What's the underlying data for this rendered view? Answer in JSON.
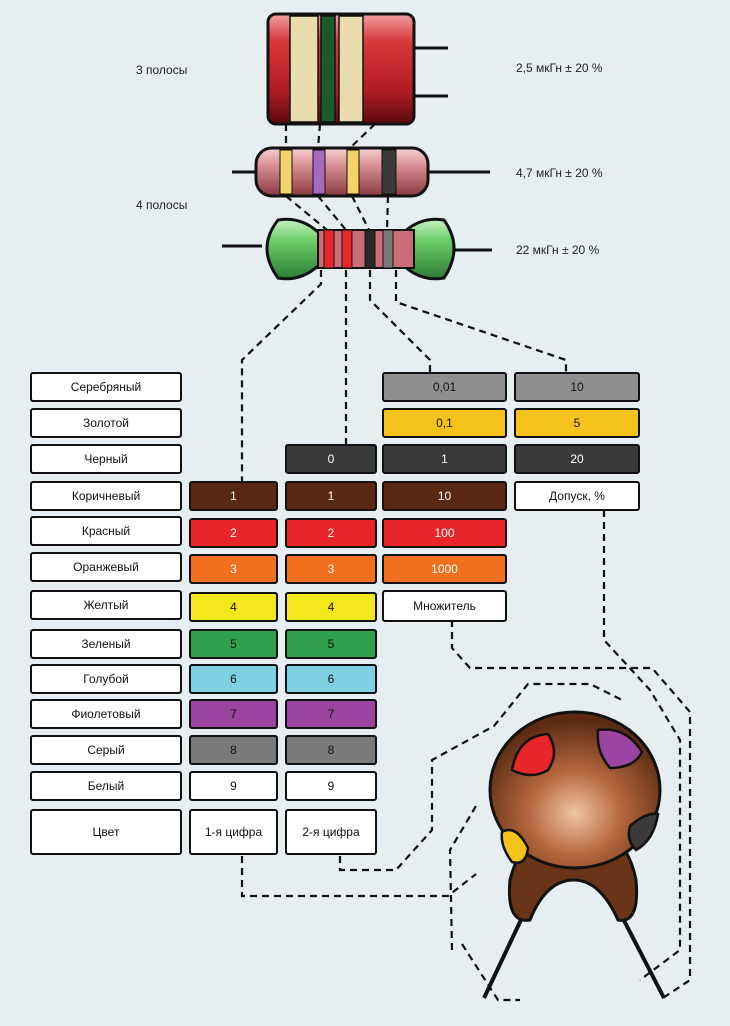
{
  "resistors": {
    "label_3band": "3 полосы",
    "label_4band": "4 полосы",
    "value_1": "2,5 мкГн ± 20 %",
    "value_2": "4,7 мкГн ± 20 %",
    "value_3": "22 мкГн ± 20 %"
  },
  "colors": {
    "silver": "#8f8f8f",
    "gold": "#f6c21c",
    "black": "#3a3a3a",
    "brown": "#5a2812",
    "red": "#e8262a",
    "orange": "#f07020",
    "yellow": "#f2e81c",
    "green": "#2fa14c",
    "blue": "#7fd0e0",
    "violet": "#9b45a0",
    "gray": "#7a7a7a",
    "white": "#ffffff"
  },
  "table": {
    "color_names": [
      "Серебряный",
      "Золотой",
      "Черный",
      "Коричневый",
      "Красный",
      "Оранжевый",
      "Желтый",
      "Зеленый",
      "Голубой",
      "Фиолетовый",
      "Серый",
      "Белый",
      "Цвет"
    ],
    "digit1": [
      "1",
      "2",
      "3",
      "4",
      "5",
      "6",
      "7",
      "8",
      "9",
      "1-я цифра"
    ],
    "digit2": [
      "0",
      "1",
      "2",
      "3",
      "4",
      "5",
      "6",
      "7",
      "8",
      "9",
      "2-я цифра"
    ],
    "multiplier": [
      "0,01",
      "0,1",
      "1",
      "10",
      "100",
      "1000",
      "Множитель"
    ],
    "tolerance": [
      "10",
      "5",
      "20",
      "Допуск, %"
    ]
  }
}
